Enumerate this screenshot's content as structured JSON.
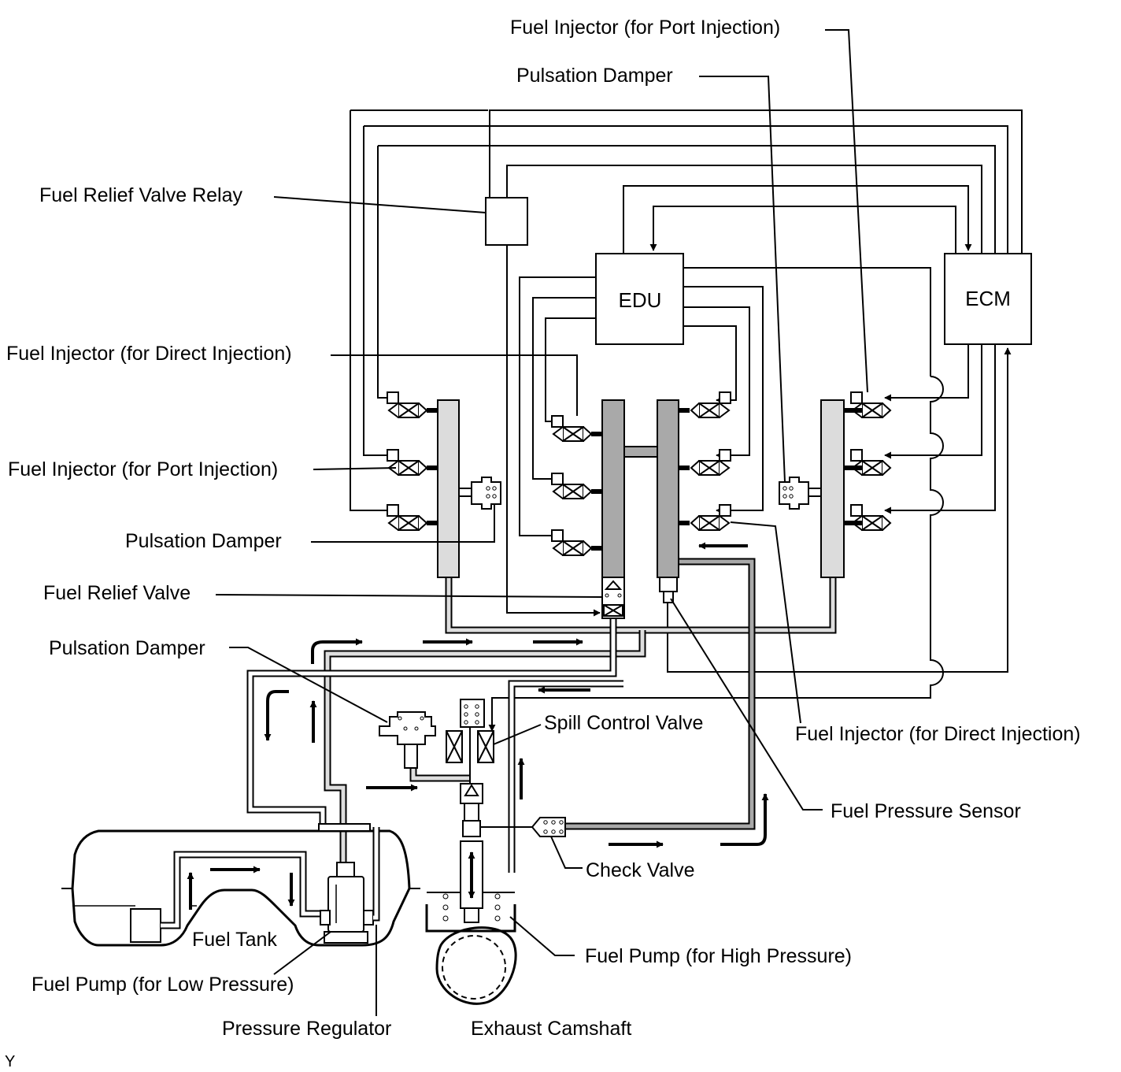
{
  "labels": {
    "fuel_injector_port_top": "Fuel Injector (for Port Injection)",
    "pulsation_damper_top": "Pulsation Damper",
    "fuel_relief_valve_relay": "Fuel Relief Valve Relay",
    "fuel_injector_direct_left": "Fuel Injector (for Direct Injection)",
    "fuel_injector_port_left": "Fuel Injector (for Port Injection)",
    "pulsation_damper_left": "Pulsation Damper",
    "fuel_relief_valve": "Fuel Relief Valve",
    "pulsation_damper_lower": "Pulsation Damper",
    "spill_control_valve": "Spill Control Valve",
    "fuel_injector_direct_right": "Fuel Injector (for Direct Injection)",
    "fuel_pressure_sensor": "Fuel Pressure Sensor",
    "check_valve": "Check Valve",
    "fuel_tank": "Fuel Tank",
    "fuel_pump_low": "Fuel Pump (for Low Pressure)",
    "fuel_pump_high": "Fuel Pump (for High Pressure)",
    "pressure_regulator": "Pressure Regulator",
    "exhaust_camshaft": "Exhaust Camshaft",
    "corner_mark": "Y"
  },
  "blocks": {
    "edu": "EDU",
    "ecm": "ECM"
  }
}
